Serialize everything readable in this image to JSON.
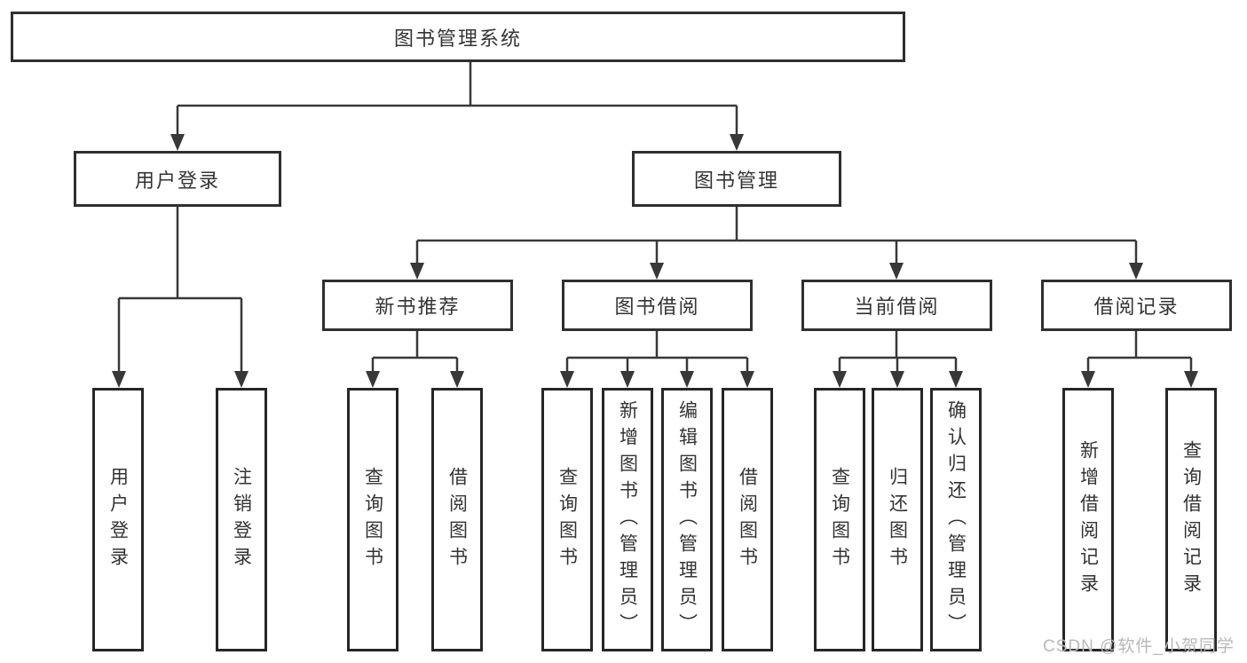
{
  "diagram_title": "图书管理系统",
  "tree": {
    "root": {
      "label": "图书管理系统"
    },
    "level2": [
      {
        "label": "用户登录"
      },
      {
        "label": "图书管理"
      }
    ],
    "level3": [
      {
        "label": "新书推荐",
        "parent": "图书管理"
      },
      {
        "label": "图书借阅",
        "parent": "图书管理"
      },
      {
        "label": "当前借阅",
        "parent": "图书管理"
      },
      {
        "label": "借阅记录",
        "parent": "图书管理"
      }
    ],
    "leaves": [
      {
        "label": "用户登录",
        "parent": "用户登录"
      },
      {
        "label": "注销登录",
        "parent": "用户登录"
      },
      {
        "label": "查询图书",
        "parent": "新书推荐"
      },
      {
        "label": "借阅图书",
        "parent": "新书推荐"
      },
      {
        "label": "查询图书",
        "parent": "图书借阅"
      },
      {
        "label": "新增图书（管理员）",
        "parent": "图书借阅"
      },
      {
        "label": "编辑图书（管理员）",
        "parent": "图书借阅"
      },
      {
        "label": "借阅图书",
        "parent": "图书借阅"
      },
      {
        "label": "查询图书",
        "parent": "当前借阅"
      },
      {
        "label": "归还图书",
        "parent": "当前借阅"
      },
      {
        "label": "确认归还（管理员）",
        "parent": "当前借阅"
      },
      {
        "label": "新增借阅记录",
        "parent": "借阅记录"
      },
      {
        "label": "查询借阅记录",
        "parent": "借阅记录"
      }
    ]
  },
  "watermark": {
    "text": "CSDN @软件_小贺同学",
    "color": "#b9b9b9"
  },
  "colors": {
    "line": "#383838",
    "box_border": "#2f2f2f",
    "box_background": "#ffffff",
    "text": "#333333",
    "page_background": "#ffffff"
  }
}
